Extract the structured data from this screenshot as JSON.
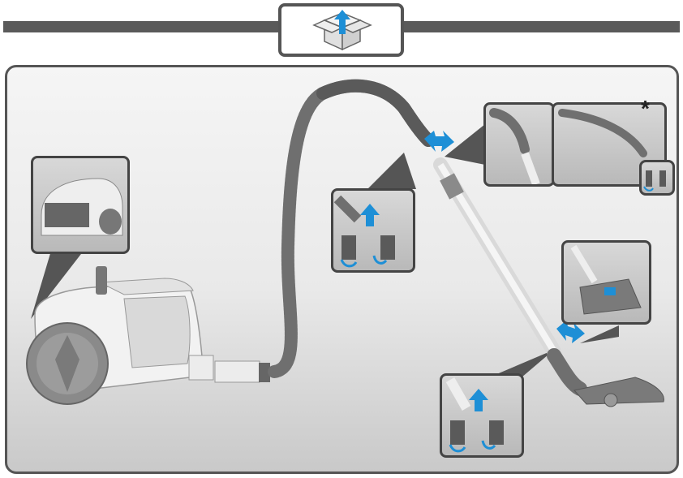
{
  "header": {
    "icon": "unbox-arrow-up-icon"
  },
  "diagram": {
    "optional_marker": "*",
    "colors": {
      "accent": "#1e8fd6",
      "dark_gray": "#5a5a5a",
      "hose_gray": "#6f6f6f",
      "body_white": "#f2f2f2"
    },
    "steps": [
      "hose-handle-to-tube",
      "tube-section-join",
      "tube-to-floor-nozzle",
      "floor-nozzle-setting"
    ]
  }
}
